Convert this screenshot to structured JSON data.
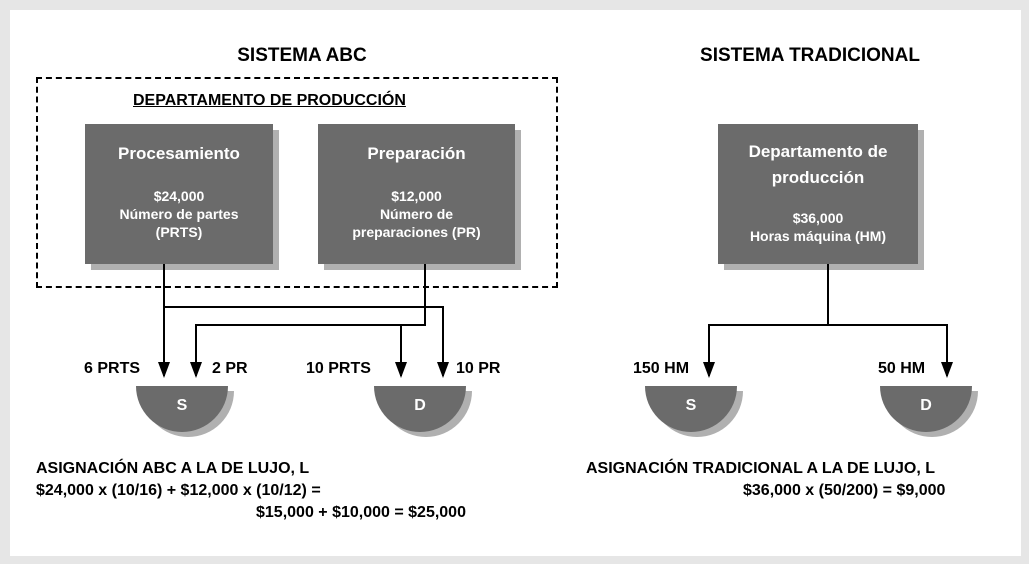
{
  "abc": {
    "title": "SISTEMA ABC",
    "dept_title": "DEPARTAMENTO DE PRODUCCIÓN",
    "pool1": {
      "name": "Procesamiento",
      "amount": "$24,000",
      "driver_line1": "Número de partes",
      "driver_line2": "(PRTS)"
    },
    "pool2": {
      "name": "Preparación",
      "amount": "$12,000",
      "driver_line1": "Número de",
      "driver_line2": "preparaciones (PR)"
    },
    "labels": {
      "s_prts": "6 PRTS",
      "s_pr": "2 PR",
      "d_prts": "10 PRTS",
      "d_pr": "10 PR"
    },
    "products": {
      "s": "S",
      "d": "D"
    },
    "result": {
      "heading": "ASIGNACIÓN ABC A LA DE LUJO, L",
      "line1": "$24,000 x (10/16) + $12,000 x (10/12) =",
      "line2": "$15,000 + $10,000 = $25,000"
    }
  },
  "traditional": {
    "title": "SISTEMA TRADICIONAL",
    "pool": {
      "name_line1": "Departamento de",
      "name_line2": "producción",
      "amount": "$36,000",
      "driver": "Horas máquina (HM)"
    },
    "labels": {
      "s_hm": "150 HM",
      "d_hm": "50 HM"
    },
    "products": {
      "s": "S",
      "d": "D"
    },
    "result": {
      "heading": "ASIGNACIÓN TRADICIONAL A LA DE LUJO, L",
      "line1": "$36,000 x (50/200) = $9,000"
    }
  },
  "colors": {
    "box": "#6b6b6b",
    "shadow": "#b0b0b0",
    "background": "#e6e6e6",
    "panel": "#ffffff"
  }
}
